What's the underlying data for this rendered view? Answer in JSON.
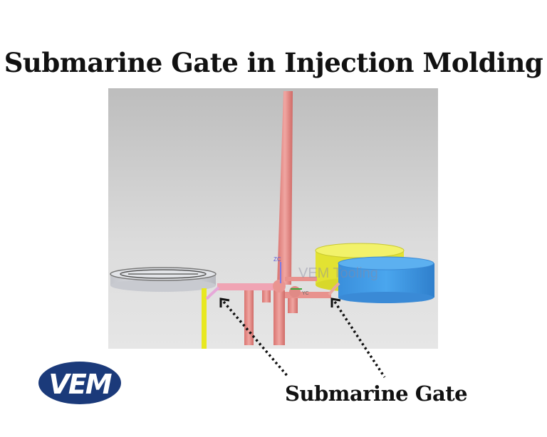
{
  "title": "Submarine Gate in Injection Molding",
  "callout_label": "Submarine Gate",
  "watermark": "VEM Tooling",
  "axis_labels": {
    "z": "ZC",
    "y": "YC"
  },
  "logo_text": "VEM",
  "colors": {
    "runner": "#e8908c",
    "gate": "#e6a8d8",
    "yellow_part": "#eaea3c",
    "blue_part": "#3d9be6",
    "grey_part": "#d4d6dc",
    "logo": "#1b3a7a"
  }
}
